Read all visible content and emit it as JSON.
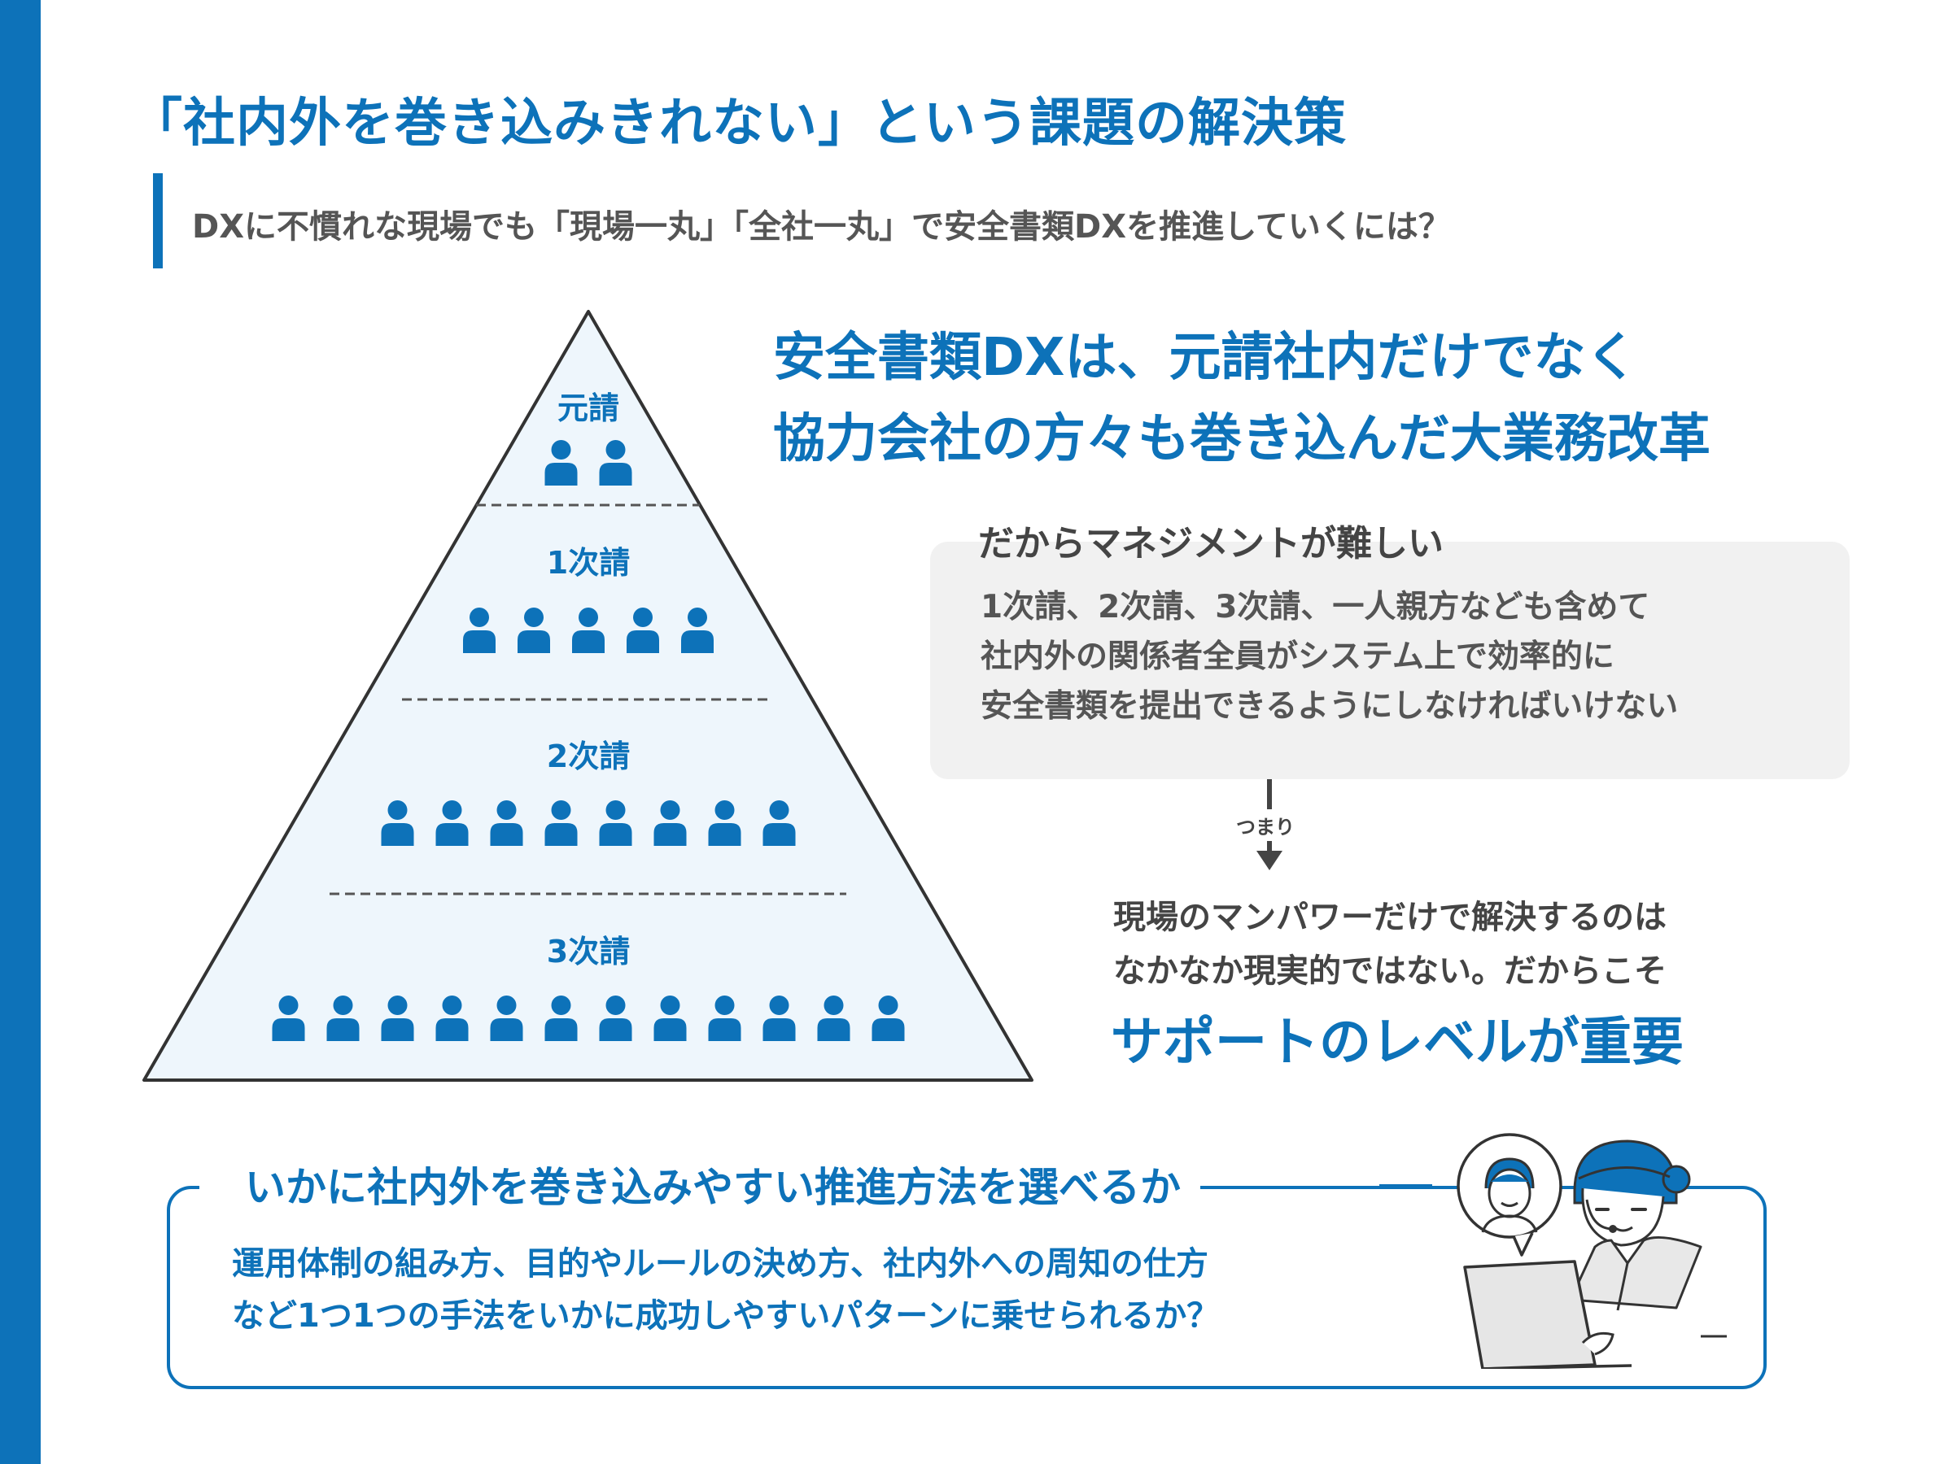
{
  "title": "「社内外を巻き込みきれない」という課題の解決策",
  "subtitle": "DXに不慣れな現場でも「現場一丸」「全社一丸」で安全書類DXを推進していくには？",
  "pyramid": {
    "tiers": [
      {
        "label": "元請",
        "people": 2
      },
      {
        "label": "1次請",
        "people": 5
      },
      {
        "label": "2次請",
        "people": 8
      },
      {
        "label": "3次請",
        "people": 12
      }
    ]
  },
  "headline": {
    "line1": "安全書類DXは、元請社内だけでなく",
    "line2": "協力会社の方々も巻き込んだ大業務改革"
  },
  "management_box": {
    "heading": "だからマネジメントが難しい",
    "lines": [
      "1次請、2次請、3次請、一人親方なども含めて",
      "社内外の関係者全員がシステム上で効率的に",
      "安全書類を提出できるようにしなければいけない"
    ]
  },
  "arrow_label": "つまり",
  "conclusion": {
    "line1": "現場のマンパワーだけで解決するのは",
    "line2": "なかなか現実的ではない。だからこそ",
    "emphasis": "サポートのレベルが重要"
  },
  "bottom": {
    "heading": "いかに社内外を巻き込みやすい推進方法を選べるか",
    "line1": "運用体制の組み方、目的やルールの決め方、社内外への周知の仕方",
    "line2": "など1つ1つの手法をいかに成功しやすいパターンに乗せられるか？"
  },
  "colors": {
    "accent": "#0d72b9",
    "pyramid_fill": "#eef6fc",
    "box_fill": "#f1f1f1",
    "text": "#444444"
  },
  "icons": [
    "person-icon",
    "arrow-down-icon",
    "support-operator-icon"
  ]
}
